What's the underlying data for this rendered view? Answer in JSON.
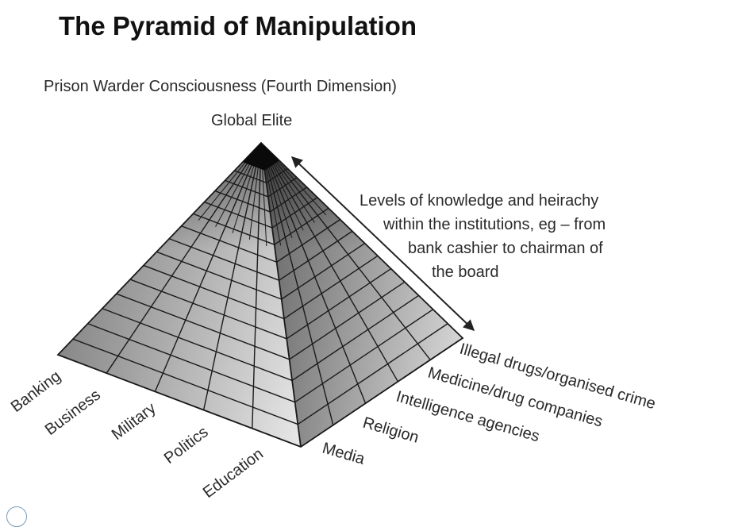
{
  "title": "The Pyramid of Manipulation",
  "subtitle": "Prison Warder Consciousness (Fourth Dimension)",
  "apex_label": "Global Elite",
  "hierarchy_note": {
    "lines": [
      "Levels of knowledge and heirachy",
      "within the institutions, eg – from",
      "bank cashier to chairman of",
      "the board"
    ],
    "arrow": "double-headed-arrow"
  },
  "left_face": {
    "institutions": [
      "Banking",
      "Business",
      "Military",
      "Politics",
      "Education"
    ]
  },
  "right_face": {
    "institutions": [
      "Media",
      "Religion",
      "Intelligence agencies",
      "Medicine/drug companies",
      "Illegal drugs/organised crime"
    ]
  },
  "colors": {
    "ink": "#111111",
    "text": "#2a2a2a",
    "apex": "#0a0a0a",
    "face_dark": "#8a8a8a",
    "face_light": "#e6e6e6"
  }
}
